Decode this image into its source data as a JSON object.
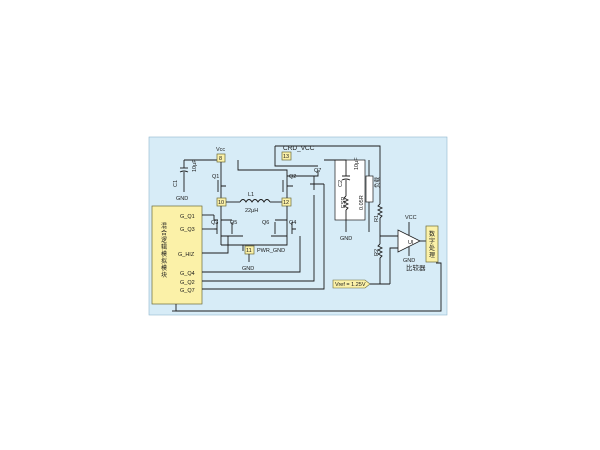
{
  "panel": {
    "bg": "#d7ecf7",
    "border": "#8fb7cf"
  },
  "chip": {
    "title_chars": [
      "混",
      "合",
      "逻",
      "辑",
      "模",
      "拟",
      "模",
      "块"
    ],
    "pins": [
      "G_Q1",
      "G_Q3",
      "G_HIZ",
      "G_Q4",
      "G_Q2",
      "G_Q7"
    ]
  },
  "labels": {
    "vcc_top": "Vcc",
    "node8": "8",
    "node10": "10",
    "node12": "12",
    "node11": "11",
    "node13": "13",
    "crd_vcc": "CRD_VCC",
    "c1": "C1",
    "c1_val": "10μF",
    "gnd": "GND",
    "q1": "Q1",
    "q2": "Q2",
    "q3": "Q3",
    "q4": "Q4",
    "q5": "Q5",
    "q6": "Q6",
    "q7": "Q7",
    "l1": "L1",
    "l1_val": "22μH",
    "pwr_gnd": "PWR_GND",
    "c2": "C2",
    "c2_val": "10μF",
    "esr": "ESR",
    "esr_val": "0.05R",
    "load": "负载",
    "r1": "R1",
    "r2": "R2",
    "vcc": "VCC",
    "ui": "UI",
    "comparator": "比较器",
    "vref": "Vref = 1.25V",
    "digital": [
      "数",
      "字",
      "处",
      "理"
    ]
  }
}
